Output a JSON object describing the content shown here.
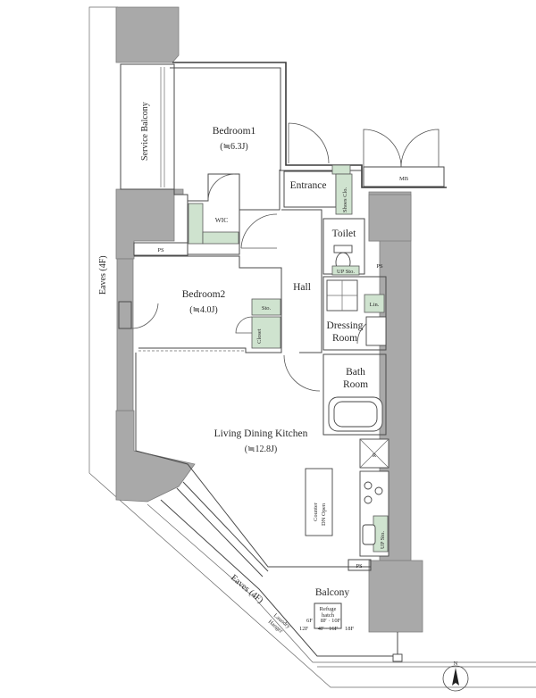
{
  "rooms": {
    "bedroom1": {
      "name": "Bedroom1",
      "area": "(≒6.3J)"
    },
    "bedroom2": {
      "name": "Bedroom2",
      "area": "(≒4.0J)"
    },
    "ldk": {
      "name": "Living Dining Kitchen",
      "area": "(≒12.8J)"
    },
    "entrance": "Entrance",
    "hall": "Hall",
    "toilet": "Toilet",
    "dressing_line1": "Dressing",
    "dressing_line2": "Room",
    "bath_line1": "Bath",
    "bath_line2": "Room",
    "balcony": "Balcony",
    "service_balcony": "Service Balcony"
  },
  "storage": {
    "wic": "WIC",
    "sto_bedroom2": "Sto.",
    "closet": "Closet",
    "shoes_clo": "Shoes Clo.",
    "lin": "Lin.",
    "up_sto_toilet": "UP Sto.",
    "up_sto_kitchen": "UP Sto."
  },
  "equipment": {
    "mb": "MB",
    "ps_left": "PS",
    "ps_right": "PS",
    "ps_bottom": "PS",
    "fridge": "R",
    "counter_line1": "Counter",
    "counter_line2": "DN Open",
    "laundry_line1": "Laundry",
    "laundry_line2": "Hanger"
  },
  "refuge_hatch": {
    "title_line1": "Refuge",
    "title_line2": "hatch",
    "row1": "8F · 10F",
    "row2": "4F · 16F",
    "left": "12F",
    "right": "18F",
    "top_left": "6F"
  },
  "eaves": {
    "left": "Eaves (4F)",
    "bottom": "Eaves (4F)"
  },
  "compass": {
    "label": "N"
  }
}
